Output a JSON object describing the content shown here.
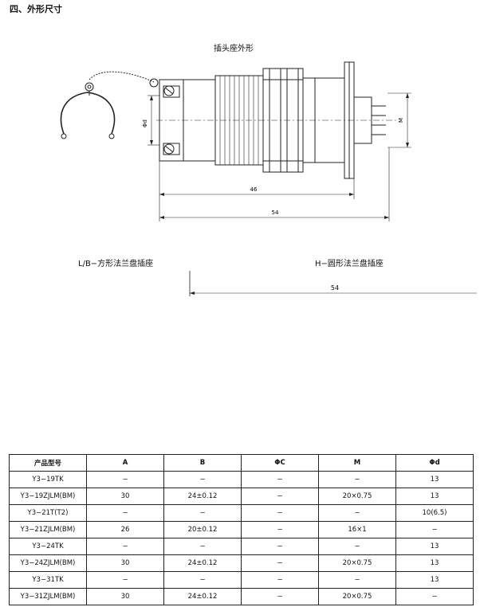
{
  "section": {
    "title": "四、外形尺寸"
  },
  "captions": {
    "top": "插头座外形",
    "square_flange": "L/B−方形法兰盘插座",
    "round_flange": "H−圆形法兰盘插座"
  },
  "dimensions": {
    "d_label": "Φd",
    "m_label": "M",
    "len_46": "46",
    "len_54": "54",
    "len_54_lower": "54"
  },
  "table": {
    "headers": [
      "产品型号",
      "A",
      "B",
      "ΦC",
      "M",
      "Φd"
    ],
    "rows": [
      [
        "Y3−19TK",
        "−",
        "−",
        "−",
        "−",
        "13"
      ],
      [
        "Y3−19ZJLM(BM)",
        "30",
        "24±0.12",
        "−",
        "20×0.75",
        "13"
      ],
      [
        "Y3−21T(T2)",
        "−",
        "−",
        "−",
        "−",
        "10(6.5)"
      ],
      [
        "Y3−21ZJLM(BM)",
        "26",
        "20±0.12",
        "−",
        "16×1",
        "−"
      ],
      [
        "Y3−24TK",
        "−",
        "−",
        "−",
        "−",
        "13"
      ],
      [
        "Y3−24ZJLM(BM)",
        "30",
        "24±0.12",
        "−",
        "20×0.75",
        "13"
      ],
      [
        "Y3−31TK",
        "−",
        "−",
        "−",
        "−",
        "13"
      ],
      [
        "Y3−31ZJLM(BM)",
        "30",
        "24±0.12",
        "−",
        "20×0.75",
        "−"
      ]
    ]
  }
}
